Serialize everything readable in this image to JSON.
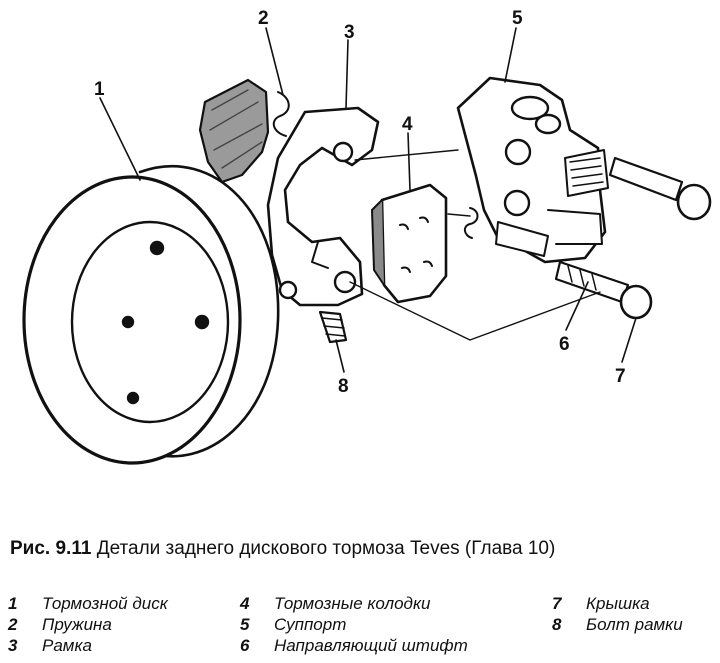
{
  "figure": {
    "callouts": [
      "1",
      "2",
      "3",
      "4",
      "5",
      "6",
      "7",
      "8"
    ]
  },
  "caption": {
    "lead": "Рис. 9.11",
    "text": "Детали заднего дискового тормоза Teves (Глава 10)"
  },
  "legend": [
    {
      "num": "1",
      "label": "Тормозной диск"
    },
    {
      "num": "2",
      "label": "Пружина"
    },
    {
      "num": "3",
      "label": "Рамка"
    },
    {
      "num": "4",
      "label": "Тормозные колодки"
    },
    {
      "num": "5",
      "label": "Суппорт"
    },
    {
      "num": "6",
      "label": "Направляющий штифт"
    },
    {
      "num": "7",
      "label": "Крышка"
    },
    {
      "num": "8",
      "label": "Болт рамки"
    }
  ]
}
